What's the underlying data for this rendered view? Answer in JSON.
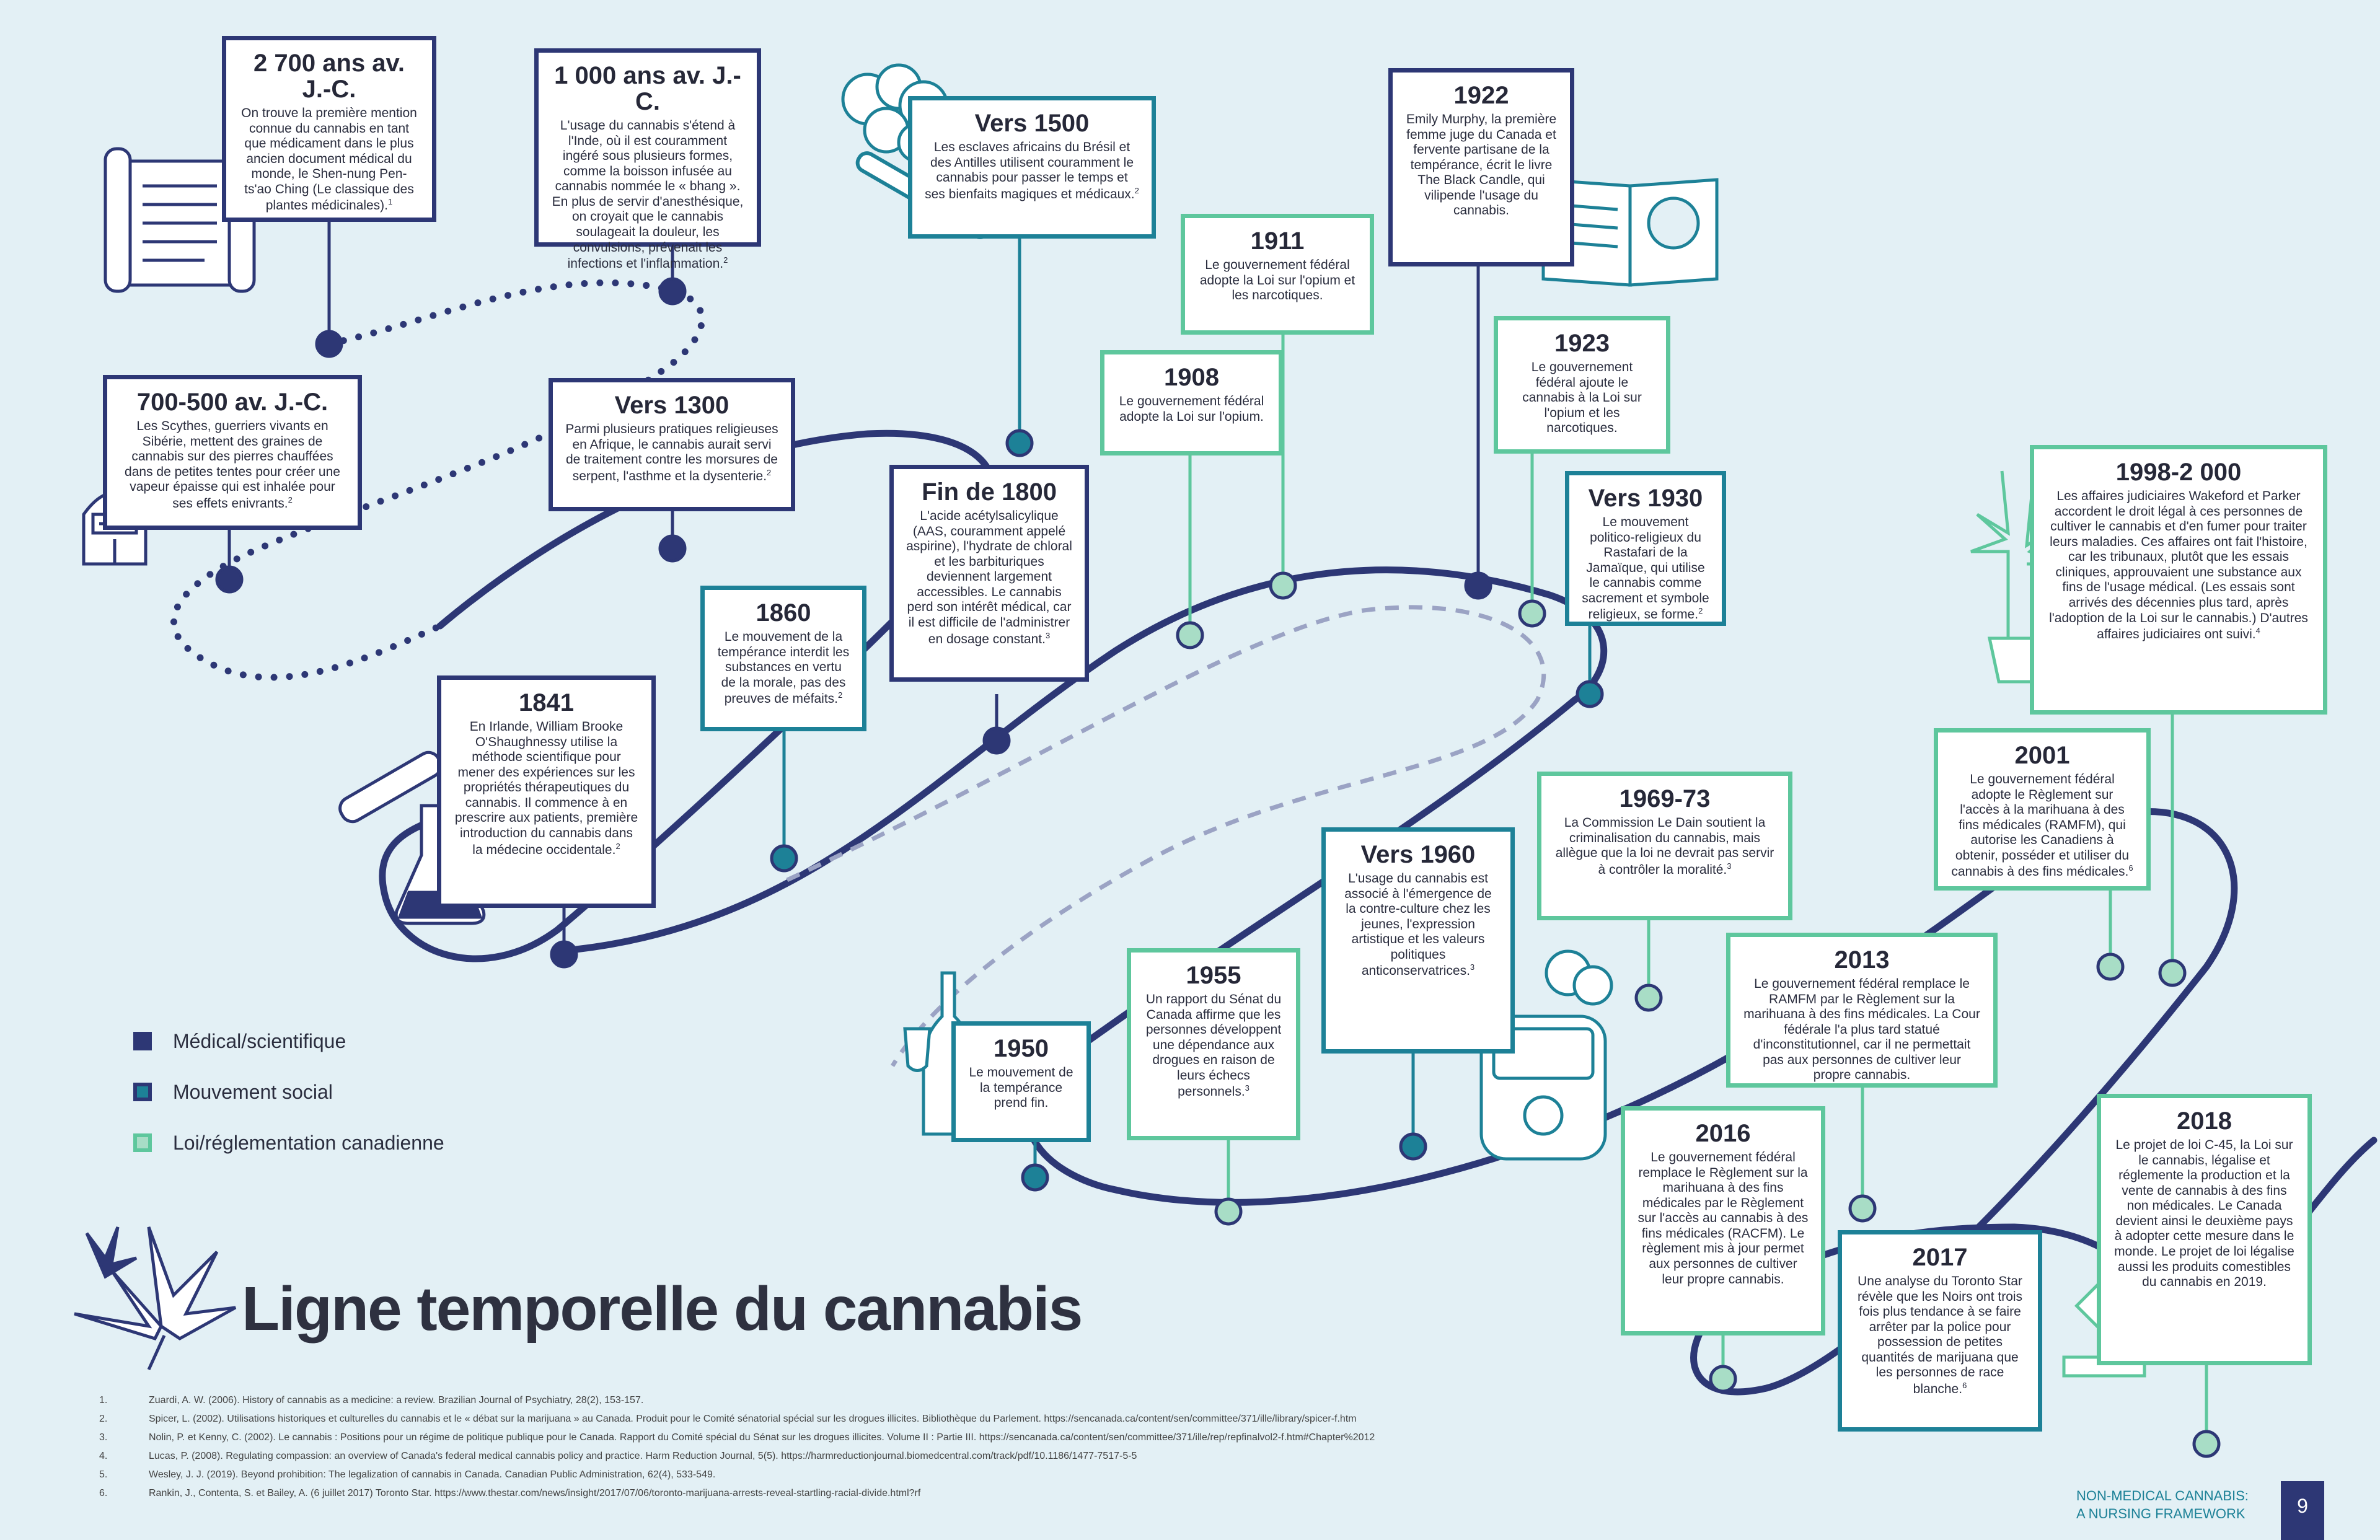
{
  "title": "Ligne temporelle du cannabis",
  "legend": [
    {
      "label": "Médical/scientifique",
      "color": "#2d3775"
    },
    {
      "label": "Mouvement social",
      "color": "#1d8197"
    },
    {
      "label": "Loi/réglementation canadienne",
      "color": "#5ec79d"
    }
  ],
  "colors": {
    "medical": "#2d3775",
    "social": "#1d8197",
    "law": "#5ec79d",
    "background": "#e3f0f5"
  },
  "events": [
    {
      "id": "e1",
      "category": "medical",
      "year": "2 700 ans av. J.-C.",
      "text": "On trouve la première mention connue du cannabis en tant que médicament dans le plus ancien document médical du monde, le Shen-nung Pen-ts'ao Ching (Le classique des plantes médicinales).",
      "ref": "1"
    },
    {
      "id": "e2",
      "category": "medical",
      "year": "1 000 ans av. J.-C.",
      "text": "L'usage du cannabis s'étend à l'Inde, où il est couramment ingéré sous plusieurs formes, comme la boisson infusée au cannabis nommée le « bhang ». En plus de servir d'anesthésique, on croyait que le cannabis soulageait la douleur, les convulsions, prévenait les infections et l'inflammation.",
      "ref": "2"
    },
    {
      "id": "e3",
      "category": "medical",
      "year": "700-500 av. J.-C.",
      "text": "Les Scythes, guerriers vivants en Sibérie, mettent des graines de cannabis sur des pierres chauffées dans de petites tentes pour créer une vapeur épaisse qui est inhalée pour ses effets enivrants.",
      "ref": "2"
    },
    {
      "id": "e4",
      "category": "medical",
      "year": "Vers 1300",
      "text": "Parmi plusieurs pratiques religieuses en Afrique, le cannabis aurait servi de traitement contre les morsures de serpent, l'asthme et la dysenterie.",
      "ref": "2"
    },
    {
      "id": "e5",
      "category": "social",
      "year": "Vers 1500",
      "text": "Les esclaves africains du Brésil et des Antilles utilisent couramment le cannabis pour passer le temps et ses bienfaits magiques et médicaux.",
      "ref": "2"
    },
    {
      "id": "e6",
      "category": "medical",
      "year": "Fin de 1800",
      "text": "L'acide acétylsalicylique (AAS, couramment appelé aspirine), l'hydrate de chloral et les barbituriques deviennent largement accessibles. Le cannabis perd son intérêt médical, car il est difficile de l'administrer en dosage constant.",
      "ref": "3"
    },
    {
      "id": "e7",
      "category": "social",
      "year": "1860",
      "text": "Le mouvement de la tempérance interdit les substances en vertu de la morale, pas des preuves de méfaits.",
      "ref": "2"
    },
    {
      "id": "e8",
      "category": "medical",
      "year": "1841",
      "text": "En Irlande, William Brooke O'Shaughnessy utilise la méthode scientifique pour mener des expériences sur les propriétés thérapeutiques du cannabis. Il commence à en prescrire aux patients, première introduction du cannabis dans la médecine occidentale.",
      "ref": "2"
    },
    {
      "id": "e9",
      "category": "law",
      "year": "1908",
      "text": "Le gouvernement fédéral adopte la Loi sur l'opium.",
      "ref": ""
    },
    {
      "id": "e10",
      "category": "law",
      "year": "1911",
      "text": "Le gouvernement fédéral adopte la Loi sur l'opium et les narcotiques.",
      "ref": ""
    },
    {
      "id": "e11",
      "category": "medical",
      "year": "1922",
      "text": "Emily Murphy, la première femme juge du Canada et fervente partisane de la tempérance, écrit le livre The Black Candle, qui vilipende l'usage du cannabis.",
      "ref": ""
    },
    {
      "id": "e12",
      "category": "law",
      "year": "1923",
      "text": "Le gouvernement fédéral ajoute le cannabis à la Loi sur l'opium et les narcotiques.",
      "ref": ""
    },
    {
      "id": "e13",
      "category": "social",
      "year": "Vers 1930",
      "text": "Le mouvement politico-religieux du Rastafari de la Jamaïque, qui utilise le cannabis comme sacrement et symbole religieux, se forme.",
      "ref": "2"
    },
    {
      "id": "e14",
      "category": "law",
      "year": "1998-2 000",
      "text": "Les affaires judiciaires Wakeford et Parker accordent le droit légal à ces personnes de cultiver le cannabis et d'en fumer pour traiter leurs maladies. Ces affaires ont fait l'histoire, car les tribunaux, plutôt que les essais cliniques, approuvaient une substance aux fins de l'usage médical. (Les essais sont arrivés des décennies plus tard, après l'adoption de la Loi sur le cannabis.) D'autres affaires judiciaires ont suivi.",
      "ref": "4"
    },
    {
      "id": "e15",
      "category": "law",
      "year": "2001",
      "text": "Le gouvernement fédéral adopte le Règlement sur l'accès à la marihuana à des fins médicales (RAMFM), qui autorise les Canadiens à obtenir, posséder et utiliser du cannabis à des fins médicales.",
      "ref": "6"
    },
    {
      "id": "e16",
      "category": "law",
      "year": "1969-73",
      "text": "La Commission Le Dain soutient la criminalisation du cannabis, mais allègue que la loi ne devrait pas servir à contrôler la moralité.",
      "ref": "3"
    },
    {
      "id": "e17",
      "category": "social",
      "year": "Vers 1960",
      "text": "L'usage du cannabis est associé à l'émergence de la contre-culture chez les jeunes, l'expression artistique et les valeurs politiques anticonservatrices.",
      "ref": "3"
    },
    {
      "id": "e18",
      "category": "law",
      "year": "2013",
      "text": "Le gouvernement fédéral remplace le RAMFM par le Règlement sur la marihuana à des fins médicales. La Cour fédérale l'a plus tard statué d'inconstitutionnel, car il ne permettait pas aux personnes de cultiver leur propre cannabis.",
      "ref": ""
    },
    {
      "id": "e19",
      "category": "law",
      "year": "1955",
      "text": "Un rapport du Sénat du Canada affirme que les personnes développent une dépendance aux drogues en raison de leurs échecs personnels.",
      "ref": "3"
    },
    {
      "id": "e20",
      "category": "social",
      "year": "1950",
      "text": "Le mouvement de la tempérance prend fin.",
      "ref": ""
    },
    {
      "id": "e21",
      "category": "law",
      "year": "2016",
      "text": "Le gouvernement fédéral remplace le Règlement sur la marihuana à des fins médicales par le Règlement sur l'accès au cannabis à des fins médicales (RACFM). Le règlement mis à jour permet aux personnes de cultiver leur propre cannabis.",
      "ref": ""
    },
    {
      "id": "e22",
      "category": "social",
      "year": "2017",
      "text": "Une analyse du Toronto Star révèle que les Noirs ont trois fois plus tendance à se faire arrêter par la police pour possession de petites quantités de marijuana que les personnes de race blanche.",
      "ref": "6"
    },
    {
      "id": "e23",
      "category": "law",
      "year": "2018",
      "text": "Le projet de loi C-45, la Loi sur le cannabis, légalise et réglemente la production et la vente de cannabis à des fins non médicales. Le Canada devient ainsi le deuxième pays à adopter cette mesure dans le monde. Le projet de loi légalise aussi les produits comestibles du cannabis en 2019.",
      "ref": ""
    }
  ],
  "references": [
    {
      "n": "1.",
      "text": "Zuardi, A. W. (2006). History of cannabis as a medicine: a review. Brazilian Journal of Psychiatry, 28(2), 153-157."
    },
    {
      "n": "2.",
      "text": "Spicer, L. (2002). Utilisations historiques et culturelles du cannabis et le « débat sur la marijuana » au Canada. Produit pour le Comité sénatorial spécial sur les drogues illicites. Bibliothèque du Parlement. https://sencanada.ca/content/sen/committee/371/ille/library/spicer-f.htm"
    },
    {
      "n": "3.",
      "text": "Nolin, P. et Kenny, C. (2002). Le cannabis : Positions pour un régime de politique publique pour le Canada. Rapport du Comité spécial du Sénat sur les drogues illicites. Volume II : Partie III. https://sencanada.ca/content/sen/committee/371/ille/rep/repfinalvol2-f.htm#Chapter%2012"
    },
    {
      "n": "4.",
      "text": "Lucas, P. (2008). Regulating compassion: an overview of Canada's federal medical cannabis policy and practice. Harm Reduction Journal, 5(5). https://harmreductionjournal.biomedcentral.com/track/pdf/10.1186/1477-7517-5-5"
    },
    {
      "n": "5.",
      "text": "Wesley, J. J. (2019). Beyond prohibition: The legalization of cannabis in Canada. Canadian Public Administration, 62(4), 533-549."
    },
    {
      "n": "6.",
      "text": "Rankin, J., Contenta, S. et Bailey, A. (6 juillet 2017) Toronto Star. https://www.thestar.com/news/insight/2017/07/06/toronto-marijuana-arrests-reveal-startling-racial-divide.html?rf"
    }
  ],
  "footer": {
    "line1": "NON-MEDICAL CANNABIS:",
    "line2": "A NURSING FRAMEWORK",
    "page": "9"
  },
  "icons": [
    "scroll-icon",
    "knight-helmet-icon",
    "test-tube-icon",
    "flask-icon",
    "smoke-cloud-icon",
    "pipe-icon",
    "book-icon",
    "cannabis-plant-pot-icon",
    "champagne-bottle-icon",
    "van-icon",
    "gavel-icon",
    "cannabis-leaf-icon"
  ]
}
